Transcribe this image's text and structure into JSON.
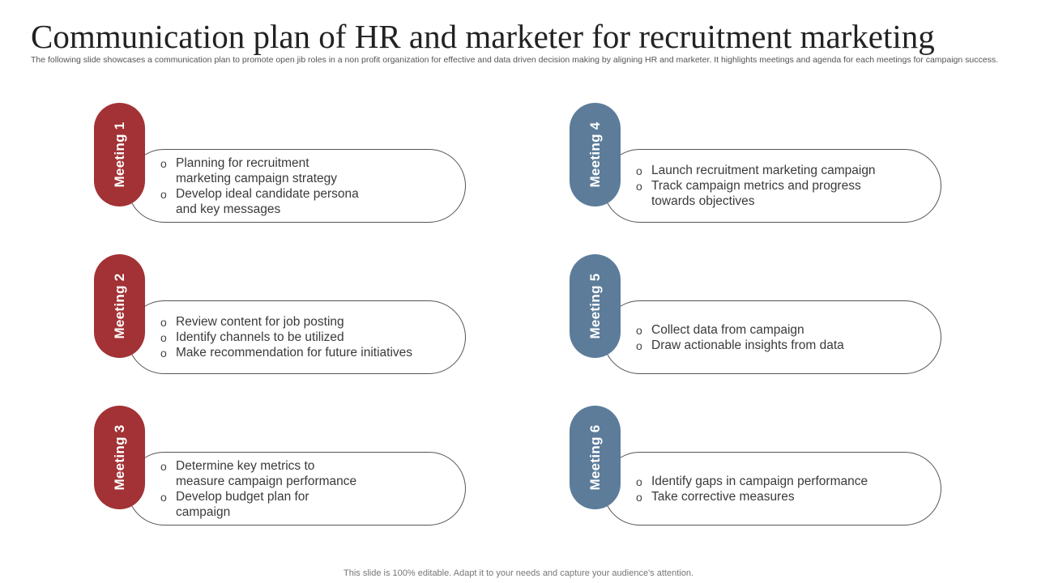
{
  "slide": {
    "title": "Communication plan of HR and marketer for recruitment marketing",
    "subtitle": "The following slide showcases a communication plan to promote open jib roles in a non profit organization for effective and data driven decision making by aligning HR and marketer. It highlights meetings and agenda for each meetings for campaign success.",
    "footer": "This slide is 100% editable. Adapt it to your needs and capture your audience's attention."
  },
  "colors": {
    "red_badge": "#a23235",
    "blue_badge": "#5c7c9a"
  },
  "meetings": [
    {
      "label": "Meeting 1",
      "items": [
        "Planning for recruitment marketing campaign strategy",
        "Develop ideal candidate persona and key messages"
      ]
    },
    {
      "label": "Meeting 2",
      "items": [
        "Review content for job posting",
        "Identify channels to be utilized",
        "Make recommendation for future initiatives"
      ]
    },
    {
      "label": "Meeting 3",
      "items": [
        "Determine key metrics to measure campaign performance",
        "Develop budget plan for campaign"
      ]
    },
    {
      "label": "Meeting 4",
      "items": [
        "Launch recruitment marketing campaign",
        "Track campaign metrics and progress towards objectives"
      ]
    },
    {
      "label": "Meeting 5",
      "items": [
        "Collect data from campaign",
        "Draw actionable insights from data"
      ]
    },
    {
      "label": "Meeting 6",
      "items": [
        "Identify  gaps in campaign performance",
        "Take corrective measures"
      ]
    }
  ]
}
